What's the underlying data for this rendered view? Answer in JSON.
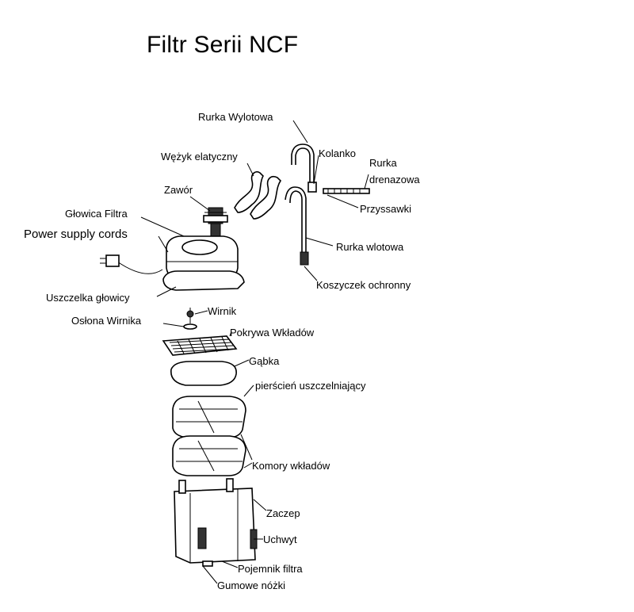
{
  "title": "Filtr Serii NCF",
  "labels": {
    "rurka_wylotowa": "Rurka Wylotowa",
    "kolanko": "Kolanko",
    "rurka_drenazowa_1": "Rurka",
    "rurka_drenazowa_2": "drenazowa",
    "wezyk": "Wężyk elatyczny",
    "zawor": "Zawór",
    "przyssawki": "Przyssawki",
    "glowica": "Głowica Filtra",
    "power": "Power supply cords",
    "rurka_wlotowa": "Rurka wlotowa",
    "koszyczek": "Koszyczek ochronny",
    "uszczelka": "Uszczelka głowicy",
    "wirnik": "Wirnik",
    "oslona": "Osłona Wirnika",
    "pokrywa": "Pokrywa Wkładów",
    "gabka": "Gąbka",
    "pierscien": "pierścień uszczelniający",
    "komory": "Komory wkładów",
    "zaczep": "Zaczep",
    "uchwyt": "Uchwyt",
    "pojemnik": "Pojemnik filtra",
    "nozki": "Gumowe nóżki"
  }
}
